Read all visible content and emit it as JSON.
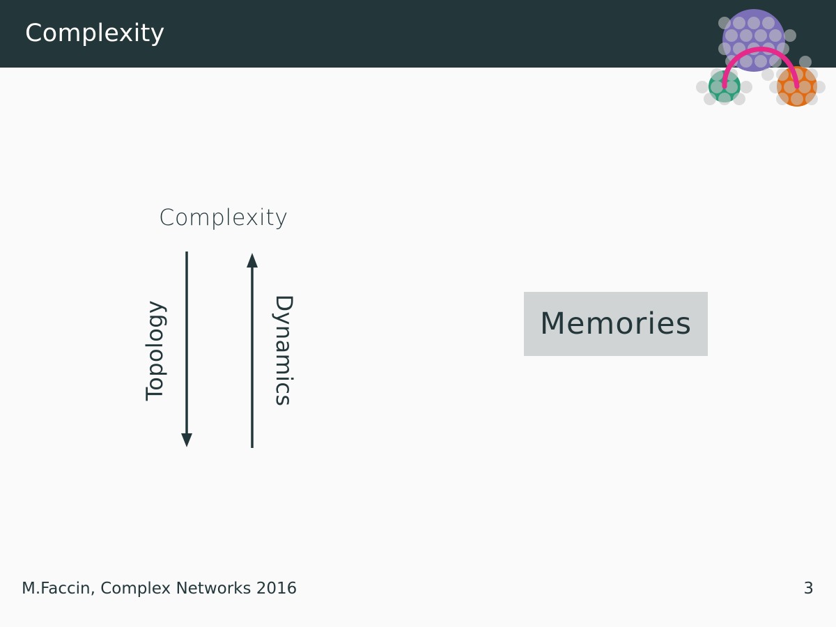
{
  "header": {
    "title": "Complexity"
  },
  "diagram": {
    "top_label": "Complexity",
    "left_label": "Topology",
    "right_label": "Dynamics",
    "left_arrow_direction": "down",
    "right_arrow_direction": "up"
  },
  "memories_box": {
    "label": "Memories"
  },
  "footer": {
    "author": "M.Faccin, Complex Networks 2016",
    "page_number": "3"
  },
  "colors": {
    "header_bg": "#23373b",
    "text": "#23373b",
    "slide_bg": "#fafafa",
    "box_bg": "#d1d4d4",
    "logo_purple": "#7b6fb8",
    "logo_green": "#2a9d78",
    "logo_orange": "#e06b12",
    "logo_arc": "#e7298a"
  },
  "icons": {
    "logo": "network-nodes-logo"
  }
}
